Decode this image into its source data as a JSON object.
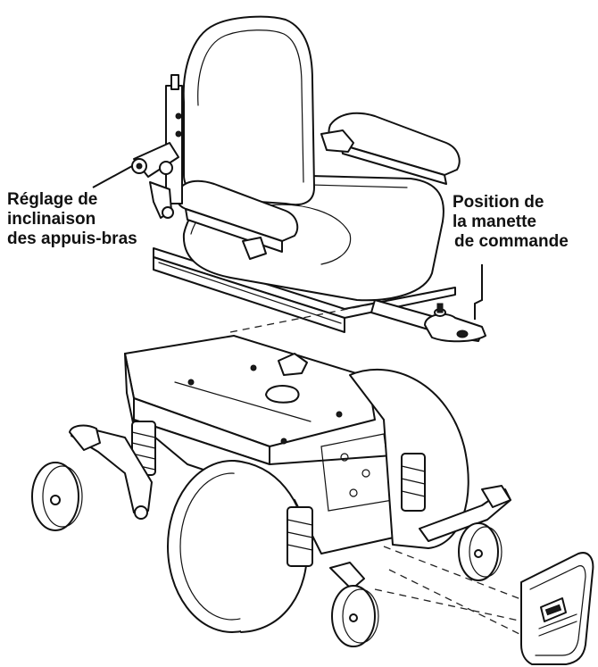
{
  "callouts": {
    "armrest_adjust": {
      "line_1": "Réglage de",
      "line_2": "inclinaison",
      "line_3": "des appuis-bras"
    },
    "joystick_position": {
      "line_1": "Position de",
      "line_2": "la manette",
      "line_3": "de commande"
    }
  },
  "colors": {
    "ink": "#111111",
    "background": "#ffffff"
  },
  "icons": {
    "seat": "seat-assembly-illustration",
    "base": "power-base-illustration",
    "shroud": "front-shroud-illustration"
  }
}
